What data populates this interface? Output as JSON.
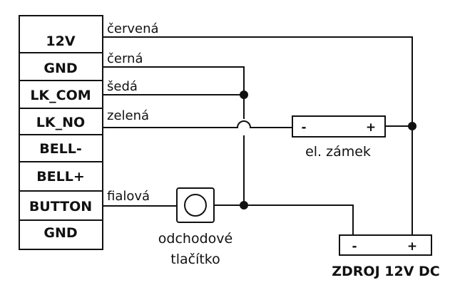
{
  "terminal_block": {
    "terminals": [
      "12V",
      "GND",
      "LK_COM",
      "LK_NO",
      "BELL-",
      "BELL+",
      "BUTTON",
      "GND"
    ]
  },
  "wires": {
    "red": "červená",
    "black": "černá",
    "grey": "šedá",
    "green": "zelená",
    "purple": "fialová"
  },
  "lock": {
    "label": "el. zámek",
    "minus": "-",
    "plus": "+"
  },
  "button": {
    "label_line1": "odchodové",
    "label_line2": "tlačítko"
  },
  "power_supply": {
    "label": "ZDROJ 12V DC",
    "minus": "-",
    "plus": "+"
  }
}
